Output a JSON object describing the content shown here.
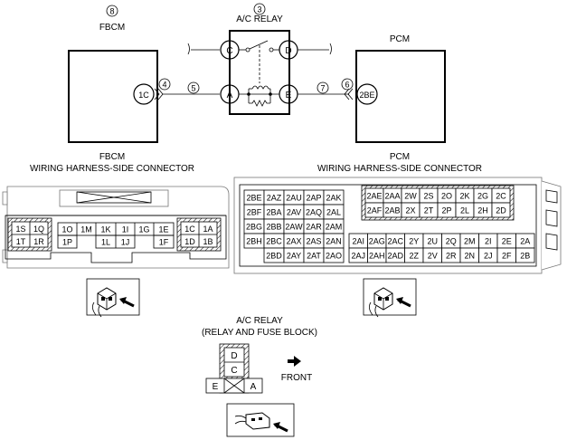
{
  "wiring": {
    "fbcm": {
      "num": "8",
      "title": "FBCM",
      "terminal": "1C"
    },
    "relay": {
      "num": "3",
      "title": "A/C RELAY",
      "terminals": [
        "C",
        "D",
        "A",
        "E"
      ]
    },
    "pcm": {
      "title": "PCM",
      "terminal": "2BE"
    },
    "wire_fbcm": "4",
    "wire_left": "5",
    "wire_right": "7",
    "wire_pcm": "6"
  },
  "fbcm_connector": {
    "title_line1": "FBCM",
    "title_line2": "WIRING HARNESS-SIDE CONNECTOR",
    "left_block": [
      "1S",
      "1Q",
      "1T",
      "1R"
    ],
    "middle_top": [
      "1O",
      "1M",
      "1K",
      "1I",
      "1G",
      "1E"
    ],
    "middle_bottom": [
      "1P",
      "1L",
      "1J",
      "1F"
    ],
    "right_block": [
      "1C",
      "1A",
      "1D",
      "1B"
    ]
  },
  "pcm_connector": {
    "title_line1": "PCM",
    "title_line2": "WIRING HARNESS-SIDE CONNECTOR",
    "left_grid": [
      [
        "2BE",
        "2AZ",
        "2AU",
        "2AP",
        "2AK"
      ],
      [
        "2BF",
        "2BA",
        "2AV",
        "2AQ",
        "2AL"
      ],
      [
        "2BG",
        "2BB",
        "2AW",
        "2AR",
        "2AM"
      ],
      [
        "2BH",
        "2BC",
        "2AX",
        "2AS",
        "2AN"
      ],
      [
        "",
        "2BD",
        "2AY",
        "2AT",
        "2AO"
      ]
    ],
    "upper_right": [
      [
        "2AE",
        "2AA",
        "2W",
        "2S",
        "2O",
        "2K",
        "2G",
        "2C"
      ],
      [
        "2AF",
        "2AB",
        "2X",
        "2T",
        "2P",
        "2L",
        "2H",
        "2D"
      ]
    ],
    "lower_right": [
      [
        "2AI",
        "2AG",
        "2AC",
        "2Y",
        "2U",
        "2Q",
        "2M",
        "2I",
        "2E",
        "2A"
      ],
      [
        "2AJ",
        "2AH",
        "2AD",
        "2Z",
        "2V",
        "2R",
        "2N",
        "2J",
        "2F",
        "2B"
      ]
    ]
  },
  "relay_block": {
    "title_line1": "A/C RELAY",
    "title_line2": "(RELAY AND FUSE BLOCK)",
    "terminals": [
      "D",
      "C",
      "E",
      "A"
    ],
    "front_label": "FRONT"
  }
}
